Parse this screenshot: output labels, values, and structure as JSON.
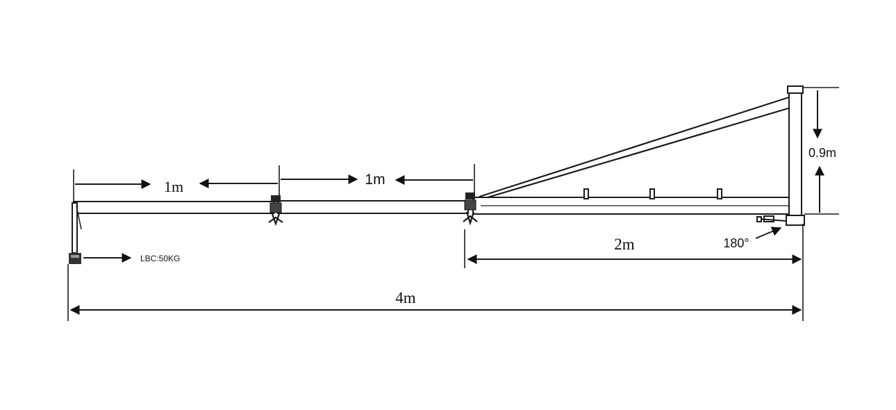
{
  "dimensions": {
    "section_1": "1m",
    "section_2": "1m",
    "section_3": "2m",
    "total": "4m",
    "height": "0.9m",
    "rotation": "180°"
  },
  "load_label": "LBC:50KG"
}
